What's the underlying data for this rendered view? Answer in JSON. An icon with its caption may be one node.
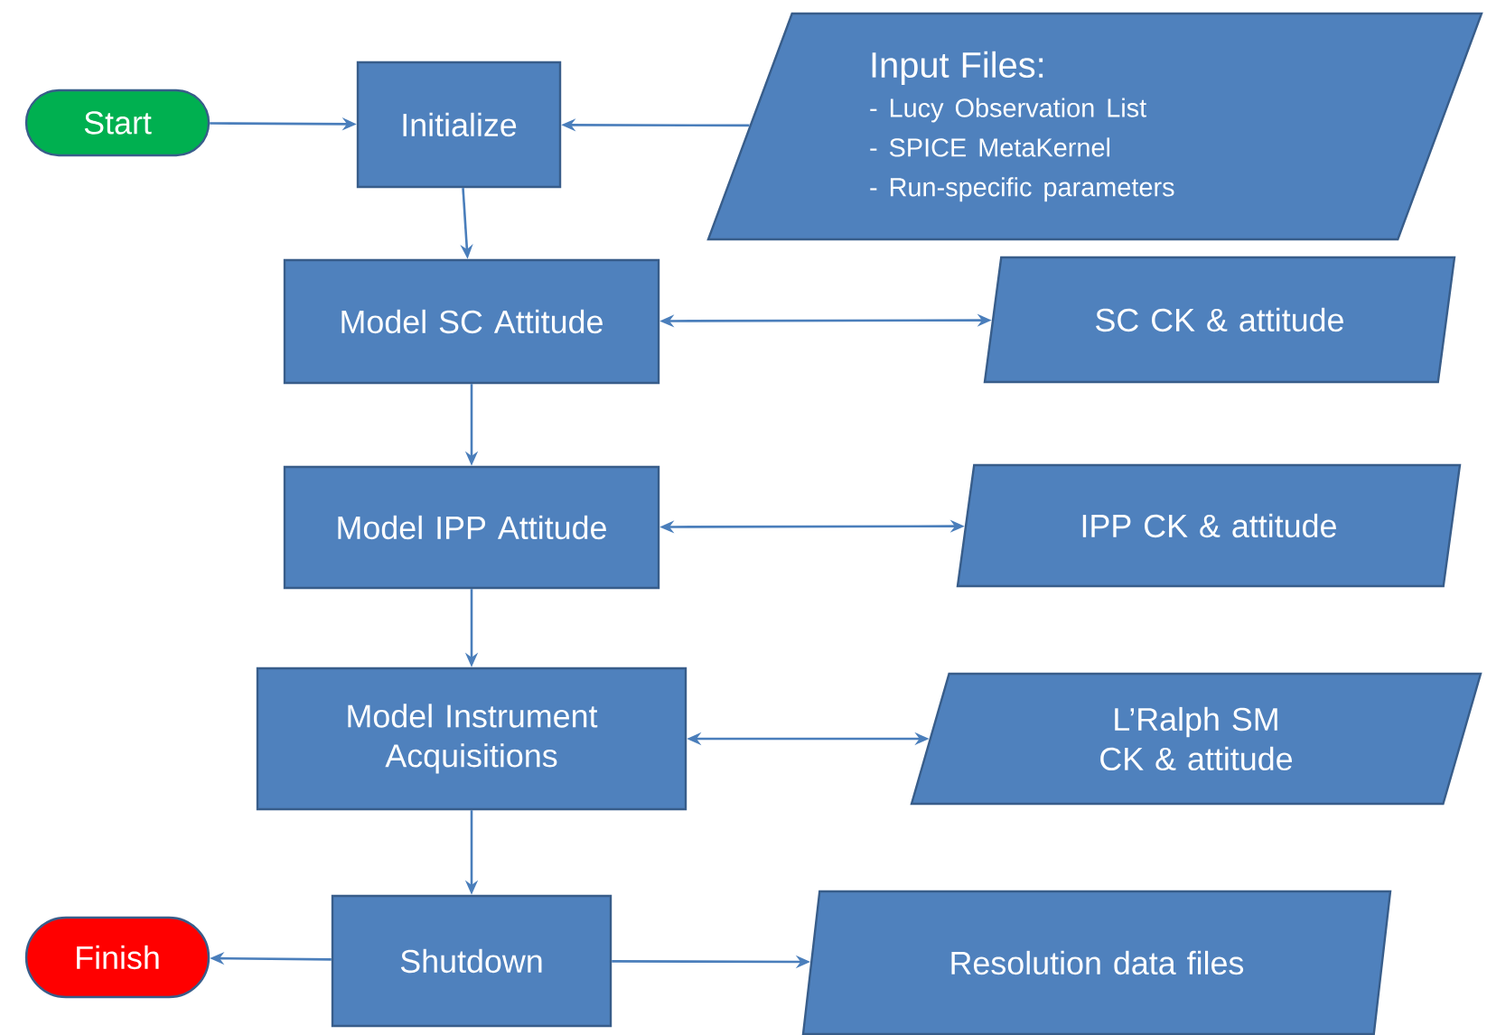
{
  "diagram": {
    "nodes": [
      {
        "text": [
          "Start"
        ]
      },
      {
        "text": [
          "Initialize"
        ]
      },
      {
        "text": [
          "Input Files:",
          "- Lucy Observation List",
          "- SPICE MetaKernel",
          "- Run-specific parameters"
        ]
      },
      {
        "text": [
          "Model SC Attitude"
        ]
      },
      {
        "text": [
          "SC CK & attitude"
        ]
      },
      {
        "text": [
          "Model IPP Attitude"
        ]
      },
      {
        "text": [
          "IPP CK & attitude"
        ]
      },
      {
        "text": [
          "Model Instrument Acquisitions"
        ]
      },
      {
        "text": [
          "L’Ralph SM CK & attitude"
        ]
      },
      {
        "text": [
          "Finish"
        ]
      },
      {
        "text": [
          "Shutdown"
        ]
      },
      {
        "text": [
          "Resolution data files"
        ]
      }
    ],
    "edges": [
      {
        "from": 0,
        "to": 1,
        "arrow": "to"
      },
      {
        "from": 2,
        "to": 1,
        "arrow": "to"
      },
      {
        "from": 1,
        "to": 3,
        "arrow": "to"
      },
      {
        "from": 3,
        "to": 4,
        "arrow": "both"
      },
      {
        "from": 3,
        "to": 5,
        "arrow": "to"
      },
      {
        "from": 5,
        "to": 6,
        "arrow": "both"
      },
      {
        "from": 5,
        "to": 7,
        "arrow": "to"
      },
      {
        "from": 7,
        "to": 8,
        "arrow": "both"
      },
      {
        "from": 7,
        "to": 10,
        "arrow": "to"
      },
      {
        "from": 10,
        "to": 9,
        "arrow": "to"
      },
      {
        "from": 10,
        "to": 11,
        "arrow": "to"
      }
    ]
  }
}
